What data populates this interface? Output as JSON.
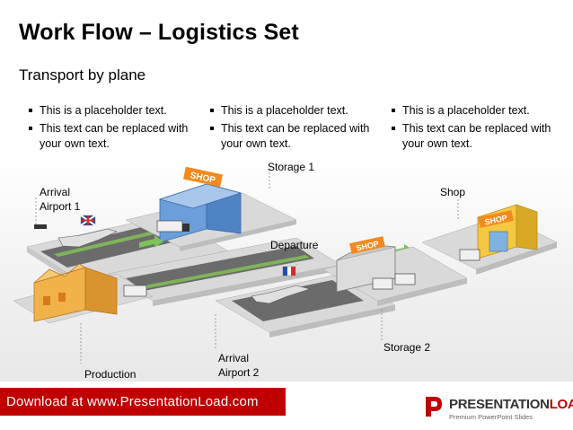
{
  "slide": {
    "title": "Work Flow – Logistics Set",
    "subtitle": "Transport by plane"
  },
  "columns": [
    {
      "bullets": [
        "This is a placeholder text.",
        "This text can be replaced with your own text."
      ]
    },
    {
      "bullets": [
        "This is a placeholder text.",
        "This text can be replaced with your own text."
      ]
    },
    {
      "bullets": [
        "This is a placeholder text.",
        "This text can be replaced with your own text."
      ]
    }
  ],
  "diagram": {
    "labels": {
      "arrival_airport_1": [
        "Arrival",
        "Airport 1"
      ],
      "storage_1": "Storage 1",
      "shop": "Shop",
      "departure": "Departure",
      "production": "Production",
      "arrival_airport_2": [
        "Arrival",
        "Airport 2"
      ],
      "storage_2": "Storage 2"
    },
    "signs": {
      "shop_sign": "SHOP"
    }
  },
  "footer": {
    "download_text": "Download at www.PresentationLoad.com",
    "brand_a": "PRESENTATION",
    "brand_b": "LOAD",
    "brand_tagline": "Premium PowerPoint Slides"
  },
  "colors": {
    "accent": "#c00000",
    "platform": "#d9d9d9",
    "grass": "#6fa83a",
    "road": "#6b6b6b",
    "building_blue": "#6c9fd9",
    "factory_orange": "#f2b24a",
    "shop_yellow": "#f5c842",
    "arrow_green": "#7bc35a"
  }
}
